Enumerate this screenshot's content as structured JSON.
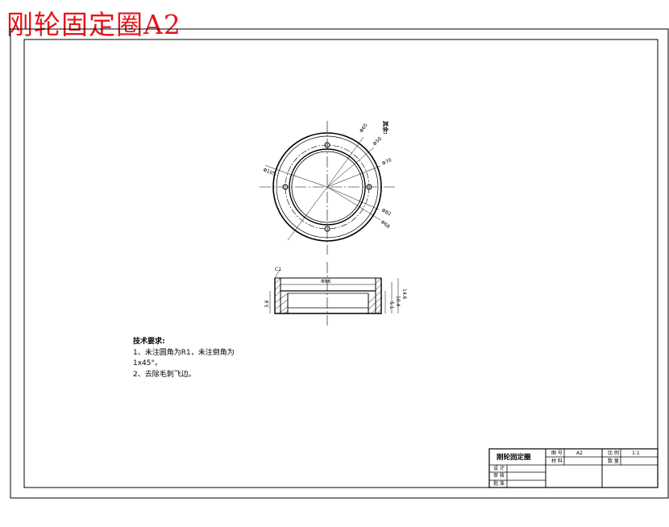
{
  "title": "刚轮固定圈A2",
  "view_label": "其余:",
  "dimensions": {
    "plan": [
      "Φ65",
      "Φ50",
      "Φ70",
      "Φ82",
      "Φ68",
      "Φ105"
    ],
    "section": [
      "C1",
      "Φ86",
      "3.8",
      "5.1",
      "10.4",
      "14.6"
    ]
  },
  "notes": {
    "heading": "技术要求:",
    "line1": "1、未注圆角为R1，未注倒角为",
    "line2": "1x45°。",
    "line3": "2、去除毛刺飞边。"
  },
  "title_block": {
    "part_name": "刚轮固定圈",
    "designer_label": "设 计",
    "checker_label": "审 核",
    "approver_label": "批 准",
    "drawing_no_label": "图 号",
    "drawing_no_value": "A2",
    "material_label": "材 料",
    "scale_label": "比 例",
    "scale_value": "1:1",
    "quantity_label": "数 量"
  }
}
